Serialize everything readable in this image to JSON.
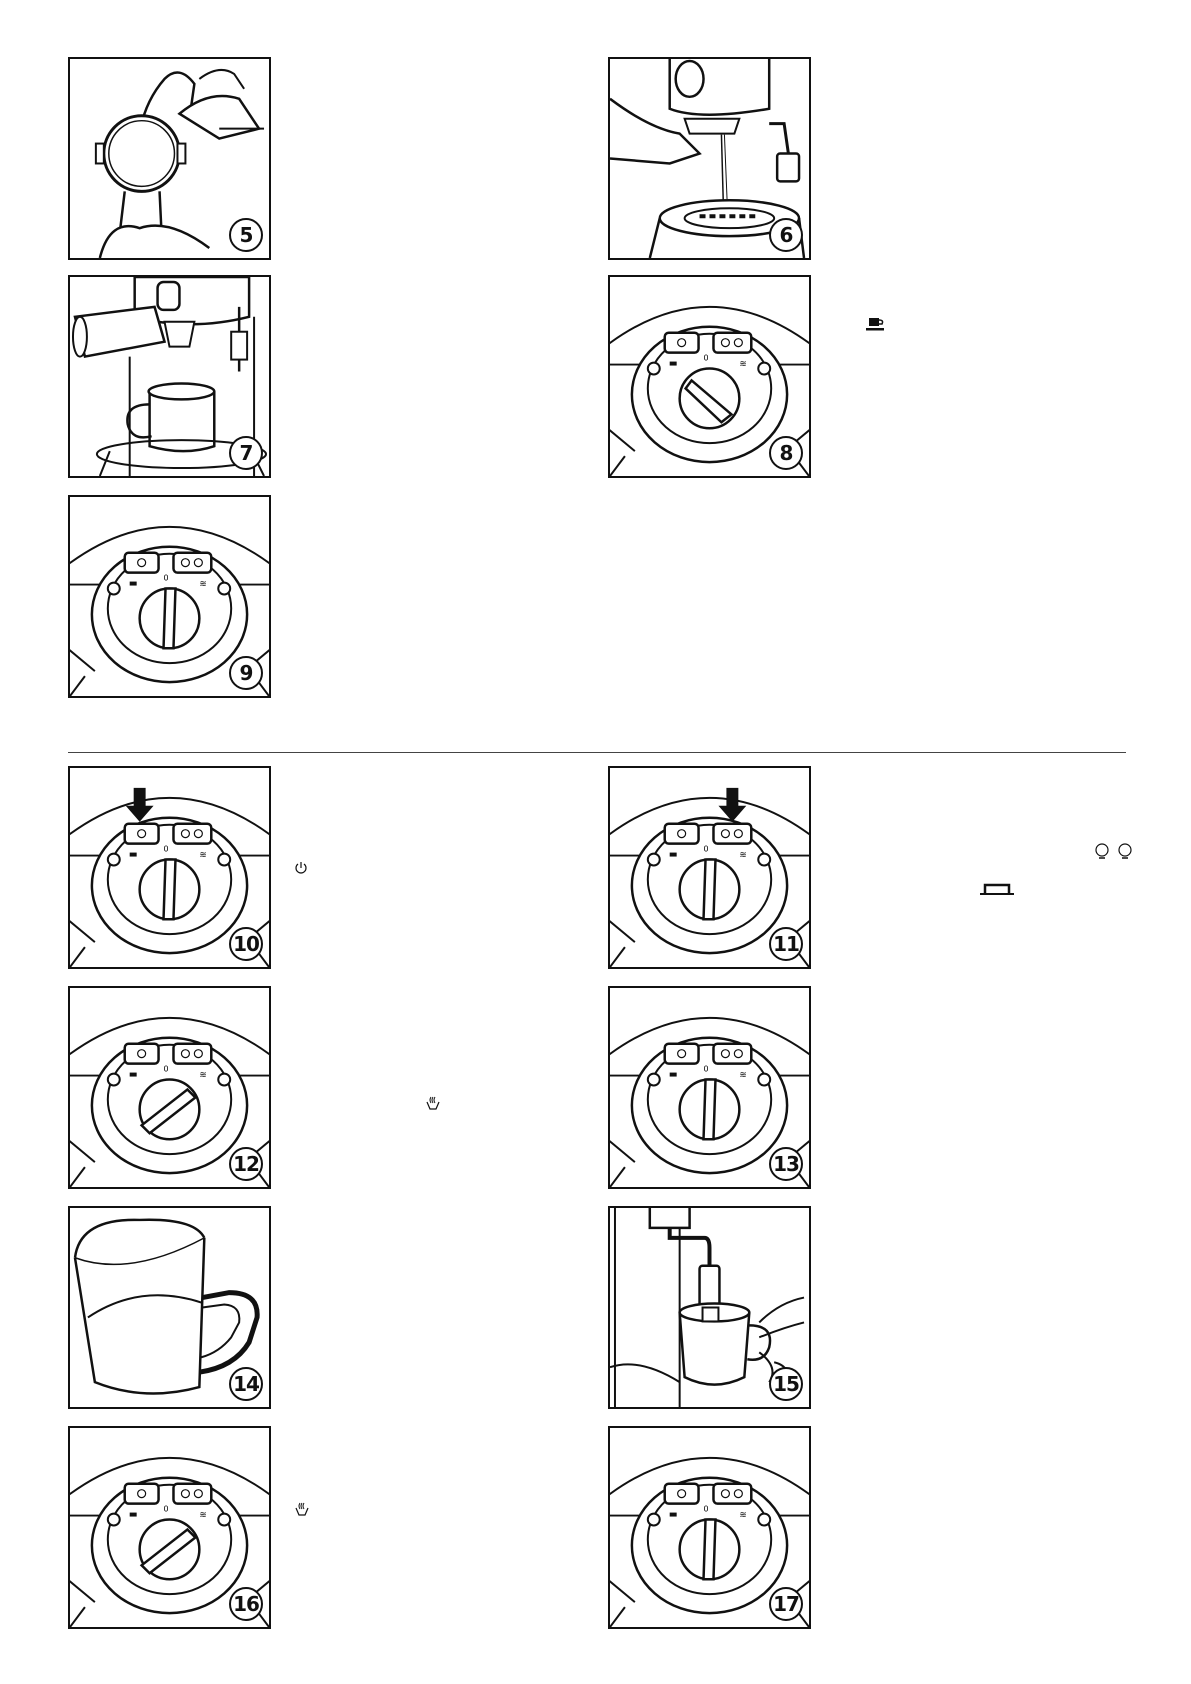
{
  "figures": [
    {
      "id": "fig5",
      "label": "5",
      "scene": "filter-holder-cleaning"
    },
    {
      "id": "fig6",
      "label": "6",
      "scene": "espresso-pour"
    },
    {
      "id": "fig7",
      "label": "7",
      "scene": "cup-under-spout"
    },
    {
      "id": "fig8",
      "label": "8",
      "scene": "knob-coffee"
    },
    {
      "id": "fig9",
      "label": "9",
      "scene": "knob-neutral"
    },
    {
      "id": "fig10",
      "label": "10",
      "scene": "knob-neutral-press-left"
    },
    {
      "id": "fig11",
      "label": "11",
      "scene": "knob-neutral-press-right"
    },
    {
      "id": "fig12",
      "label": "12",
      "scene": "knob-steam"
    },
    {
      "id": "fig13",
      "label": "13",
      "scene": "knob-neutral"
    },
    {
      "id": "fig14",
      "label": "14",
      "scene": "milk-jug"
    },
    {
      "id": "fig15",
      "label": "15",
      "scene": "frothing-cup"
    },
    {
      "id": "fig16",
      "label": "16",
      "scene": "knob-steam"
    },
    {
      "id": "fig17",
      "label": "17",
      "scene": "knob-neutral"
    }
  ],
  "symbols": {
    "coffee": "coffee-cup-icon",
    "power": "power-icon",
    "steam": "steam-icon",
    "heat": "temperature-icons",
    "ready": "ready-indicator-icon"
  }
}
